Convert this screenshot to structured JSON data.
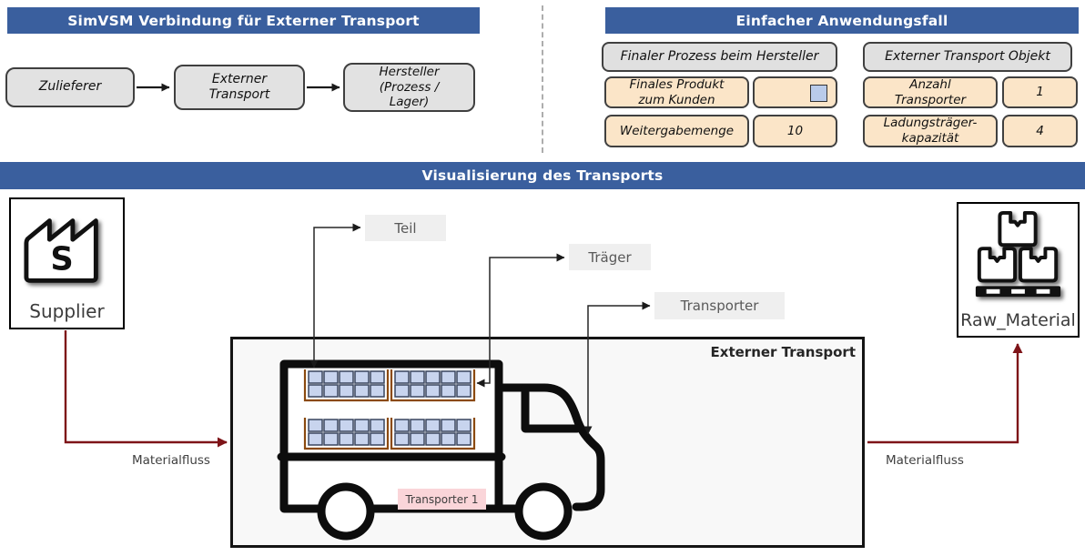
{
  "sim_vsm": {
    "title": "SimVSM Verbindung für Externer Transport",
    "flow": {
      "zulieferer": "Zulieferer",
      "externer_transport": "Externer\nTransport",
      "hersteller": "Hersteller\n(Prozess /\nLager)"
    }
  },
  "use_case": {
    "title": "Einfacher Anwendungsfall",
    "process_header": "Finaler Prozess beim Hersteller",
    "object_header": "Externer Transport Objekt",
    "finales_produkt_label": "Finales Produkt\nzum Kunden",
    "finales_produkt_checked": false,
    "weitergabemenge_label": "Weitergabemenge",
    "weitergabemenge_value": "10",
    "anzahl_transporter_label": "Anzahl\nTransporter",
    "anzahl_transporter_value": "1",
    "ladungstraeger_label": "Ladungsträger-\nkapazität",
    "ladungstraeger_value": "4"
  },
  "visualization": {
    "title": "Visualisierung des Transports",
    "supplier_label": "Supplier",
    "supplier_icon_letter": "S",
    "raw_material_label": "Raw_Material",
    "container_label": "Externer Transport",
    "materialfluss": "Materialfluss",
    "callouts": {
      "teil": "Teil",
      "traeger": "Träger",
      "transporter": "Transporter"
    },
    "transporter_tag": "Transporter 1",
    "carrier_count": 4,
    "parts_per_carrier": 10,
    "carrier_rows": 2,
    "carrier_cols": 5
  },
  "colors": {
    "header_blue": "#3A5F9E",
    "cell_orange_fill": "#FBE5C8",
    "cell_gray_fill": "#E0E0E0",
    "checkbox_blue": "#B9CBEA",
    "material_flow_red": "#7E1418",
    "part_fill_blue": "#C8D4EE",
    "part_border": "#39455E",
    "carrier_brown": "#8B4A10",
    "transporter_tag_pink": "#FAD5D9",
    "callout_gray_bg": "#EFEFEF"
  }
}
